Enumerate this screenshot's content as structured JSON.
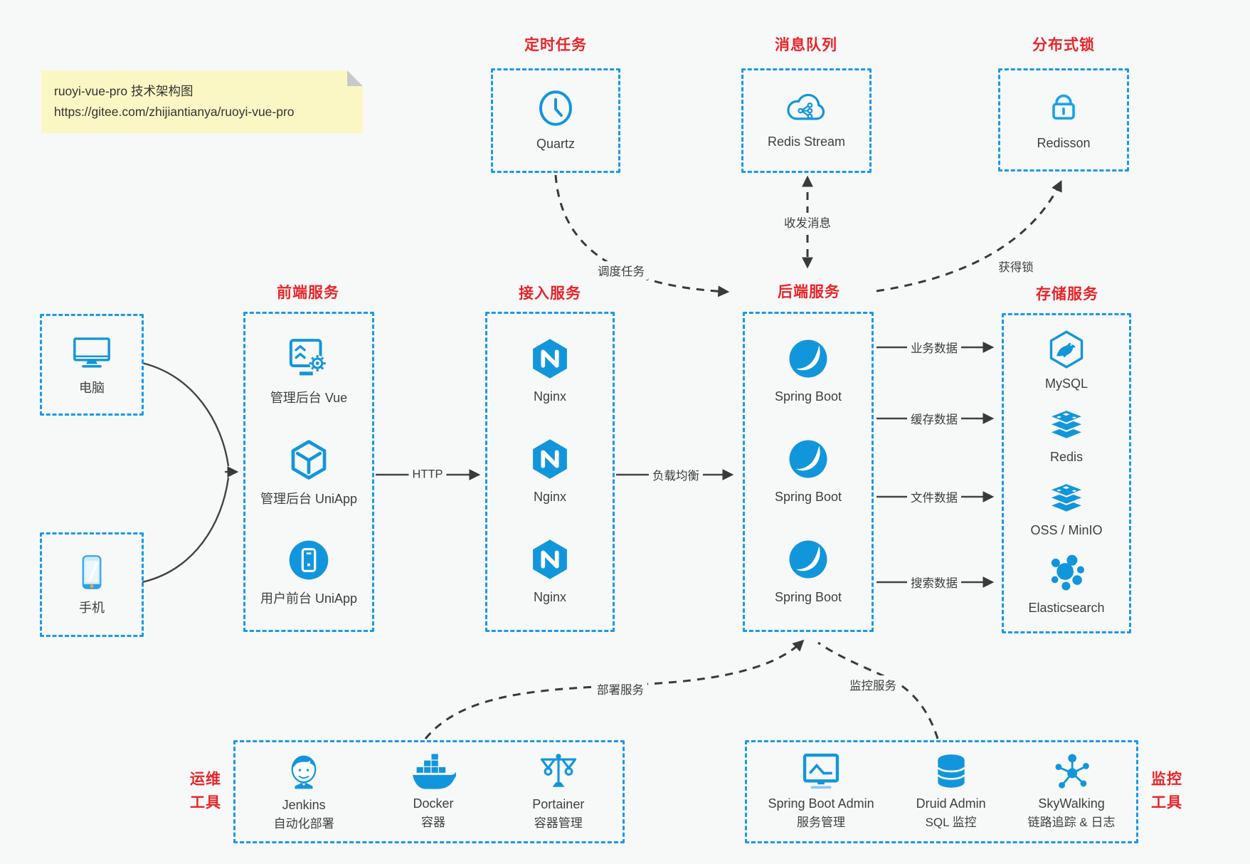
{
  "colors": {
    "accent_blue": "#1296db",
    "border_blue": "#1899ec",
    "title_red": "#e8252a",
    "arrow_gray": "#3a3a3a",
    "note_bg": "#fbf7c4",
    "background": "#f7f8f8"
  },
  "note": {
    "line1": "ruoyi-vue-pro 技术架构图",
    "line2": "https://gitee.com/zhijiantianya/ruoyi-vue-pro"
  },
  "groups": {
    "scheduled": {
      "title": "定时任务",
      "items": [
        {
          "label": "Quartz",
          "icon": "clock-icon"
        }
      ]
    },
    "mq": {
      "title": "消息队列",
      "items": [
        {
          "label": "Redis Stream",
          "icon": "cloud-stream-icon"
        }
      ]
    },
    "lock": {
      "title": "分布式锁",
      "items": [
        {
          "label": "Redisson",
          "icon": "lock-icon"
        }
      ]
    },
    "clients": {
      "items": [
        {
          "label": "电脑",
          "icon": "desktop-icon"
        },
        {
          "label": "手机",
          "icon": "mobile-icon"
        }
      ]
    },
    "frontend": {
      "title": "前端服务",
      "items": [
        {
          "label": "管理后台 Vue",
          "icon": "admin-vue-icon"
        },
        {
          "label": "管理后台 UniApp",
          "icon": "uniapp-cube-icon"
        },
        {
          "label": "用户前台 UniApp",
          "icon": "user-app-icon"
        }
      ]
    },
    "gateway": {
      "title": "接入服务",
      "items": [
        {
          "label": "Nginx",
          "icon": "nginx-icon"
        },
        {
          "label": "Nginx",
          "icon": "nginx-icon"
        },
        {
          "label": "Nginx",
          "icon": "nginx-icon"
        }
      ]
    },
    "backend": {
      "title": "后端服务",
      "items": [
        {
          "label": "Spring Boot",
          "icon": "spring-boot-icon"
        },
        {
          "label": "Spring Boot",
          "icon": "spring-boot-icon"
        },
        {
          "label": "Spring Boot",
          "icon": "spring-boot-icon"
        }
      ]
    },
    "storage": {
      "title": "存储服务",
      "items": [
        {
          "label": "MySQL",
          "icon": "mysql-icon"
        },
        {
          "label": "Redis",
          "icon": "redis-stack-icon"
        },
        {
          "label": "OSS / MinIO",
          "icon": "oss-stack-icon"
        },
        {
          "label": "Elasticsearch",
          "icon": "elasticsearch-icon"
        }
      ]
    },
    "devops": {
      "title_line1": "运维",
      "title_line2": "工具",
      "items": [
        {
          "label": "Jenkins",
          "sublabel": "自动化部署",
          "icon": "jenkins-icon"
        },
        {
          "label": "Docker",
          "sublabel": "容器",
          "icon": "docker-icon"
        },
        {
          "label": "Portainer",
          "sublabel": "容器管理",
          "icon": "portainer-icon"
        }
      ]
    },
    "monitoring": {
      "title_line1": "监控",
      "title_line2": "工具",
      "items": [
        {
          "label": "Spring Boot Admin",
          "sublabel": "服务管理",
          "icon": "monitor-chart-icon"
        },
        {
          "label": "Druid Admin",
          "sublabel": "SQL 监控",
          "icon": "database-icon"
        },
        {
          "label": "SkyWalking",
          "sublabel": "链路追踪 & 日志",
          "icon": "topology-icon"
        }
      ]
    }
  },
  "edges": {
    "http": "HTTP",
    "load_balance": "负载均衡",
    "dispatch_job": "调度任务",
    "send_receive_message": "收发消息",
    "acquire_lock": "获得锁",
    "business_data": "业务数据",
    "cache_data": "缓存数据",
    "file_data": "文件数据",
    "search_data": "搜索数据",
    "deploy_service": "部署服务",
    "monitor_service": "监控服务"
  }
}
